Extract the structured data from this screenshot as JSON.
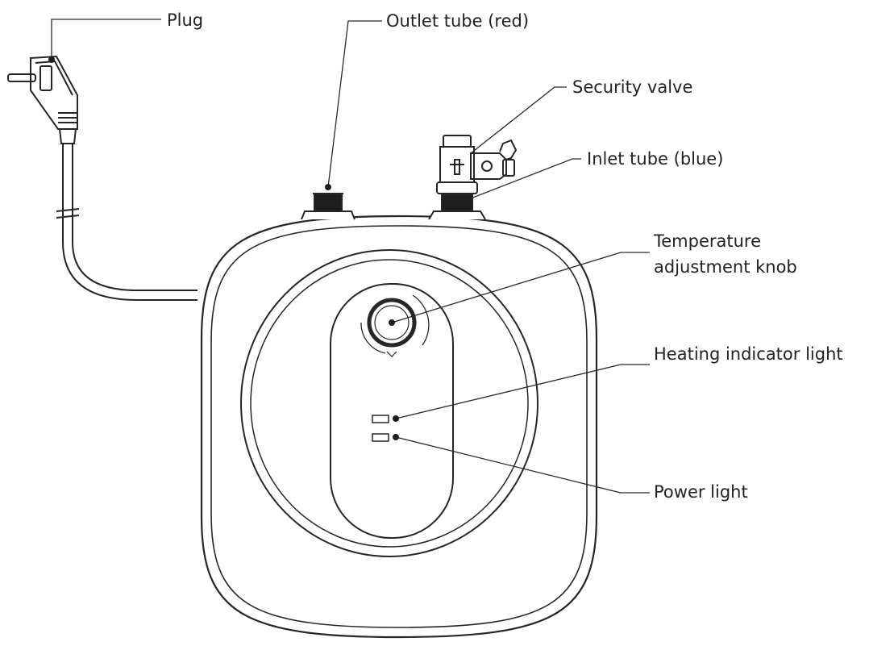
{
  "labels": {
    "plug": "Plug",
    "outlet_tube": "Outlet tube (red)",
    "security_valve": "Security valve",
    "inlet_tube": "Inlet tube (blue)",
    "temperature_knob_line1": "Temperature",
    "temperature_knob_line2": "adjustment knob",
    "heating_indicator": "Heating indicator light",
    "power_light": "Power light"
  },
  "colors": {
    "line": "#262626",
    "text": "#222222",
    "background": "#ffffff"
  }
}
